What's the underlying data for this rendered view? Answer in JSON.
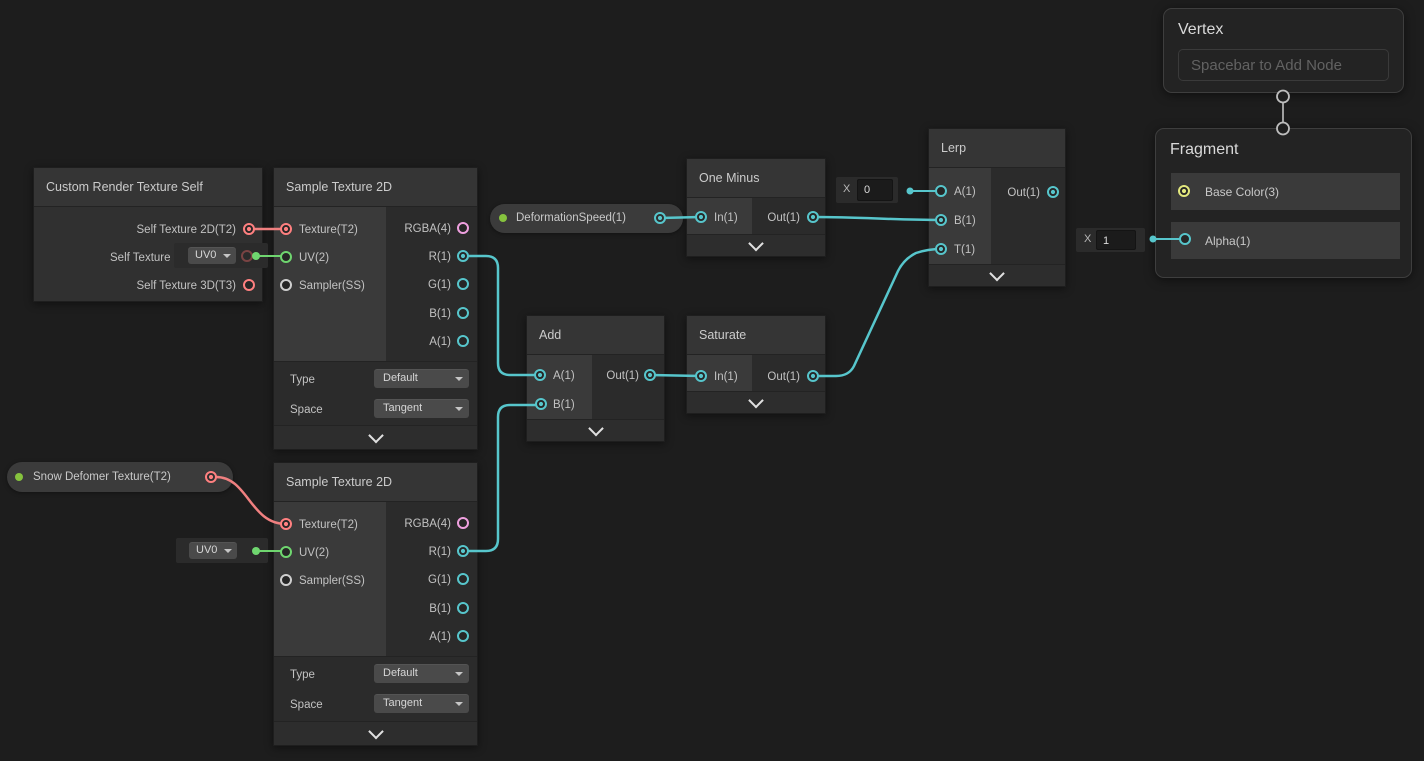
{
  "canvas": {
    "background": "#1d1d1d"
  },
  "colors": {
    "vector1_cyan": "#57c6cc",
    "vector2_green": "#6fd66f",
    "vector3_yellow": "#e3e87e",
    "vector4_pink": "#efa0df",
    "texture2d_red": "#ff8080",
    "sampler_gray": "#cfcfcf",
    "property_dot_green": "#86c33e",
    "edge_gradient_end": "#dce283"
  },
  "nodes": {
    "custom_render_texture_self": {
      "title": "Custom Render Texture Self",
      "outputs": [
        "Self Texture 2D(T2)",
        "Self Texture (",
        "Self Texture 3D(T3)"
      ]
    },
    "sample_texture_2d_top": {
      "title": "Sample Texture 2D",
      "inputs": [
        "Texture(T2)",
        "UV(2)",
        "Sampler(SS)"
      ],
      "outputs": [
        "RGBA(4)",
        "R(1)",
        "G(1)",
        "B(1)",
        "A(1)"
      ],
      "params": [
        {
          "label": "Type",
          "value": "Default"
        },
        {
          "label": "Space",
          "value": "Tangent"
        }
      ]
    },
    "sample_texture_2d_bottom": {
      "title": "Sample Texture 2D",
      "inputs": [
        "Texture(T2)",
        "UV(2)",
        "Sampler(SS)"
      ],
      "outputs": [
        "RGBA(4)",
        "R(1)",
        "G(1)",
        "B(1)",
        "A(1)"
      ],
      "params": [
        {
          "label": "Type",
          "value": "Default"
        },
        {
          "label": "Space",
          "value": "Tangent"
        }
      ]
    },
    "one_minus": {
      "title": "One Minus",
      "inputs": [
        "In(1)"
      ],
      "outputs": [
        "Out(1)"
      ]
    },
    "add": {
      "title": "Add",
      "inputs": [
        "A(1)",
        "B(1)"
      ],
      "outputs": [
        "Out(1)"
      ]
    },
    "saturate": {
      "title": "Saturate",
      "inputs": [
        "In(1)"
      ],
      "outputs": [
        "Out(1)"
      ]
    },
    "lerp": {
      "title": "Lerp",
      "inputs": [
        "A(1)",
        "B(1)",
        "T(1)"
      ],
      "outputs": [
        "Out(1)"
      ]
    },
    "vertex": {
      "title": "Vertex",
      "hint": "Spacebar to Add Node"
    },
    "fragment": {
      "title": "Fragment",
      "inputs": [
        "Base Color(3)",
        "Alpha(1)"
      ]
    }
  },
  "properties": {
    "deformation_speed": {
      "label": "DeformationSpeed(1)"
    },
    "snow_deformer_texture": {
      "label": "Snow Defomer Texture(T2)"
    }
  },
  "inline_widgets": {
    "lerp_a_default": {
      "label": "X",
      "value": "0"
    },
    "fragment_alpha_default": {
      "label": "X",
      "value": "1"
    },
    "uv_channel_top": {
      "value": "UV0"
    },
    "uv_channel_bottom": {
      "value": "UV0"
    }
  }
}
